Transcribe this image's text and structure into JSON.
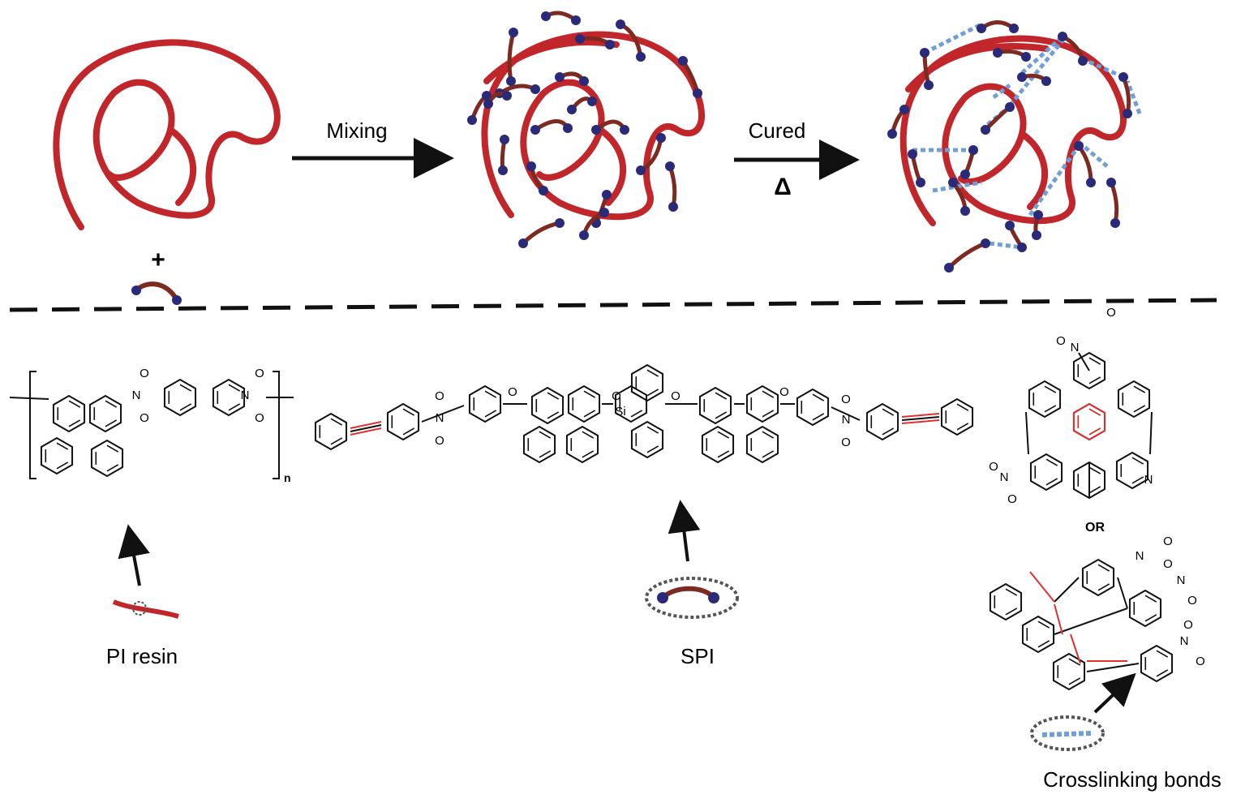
{
  "top": {
    "plus": "+",
    "step1_label": "Mixing",
    "step2_label": "Cured",
    "heat_symbol": "Δ"
  },
  "bottom": {
    "pi_label": "PI resin",
    "spi_label": "SPI",
    "or_label": "OR",
    "crosslink_label": "Crosslinking bonds",
    "repeat_subscript": "n",
    "atoms": {
      "N": "N",
      "O": "O",
      "Si": "Si"
    }
  },
  "colors": {
    "polymer": "#c0262a",
    "spi_chain": "#7d2a20",
    "end_group": "#2b2a78",
    "crosslink": "#6f9fd6",
    "dash_line": "#111111",
    "highlight_bond": "#e03030"
  }
}
